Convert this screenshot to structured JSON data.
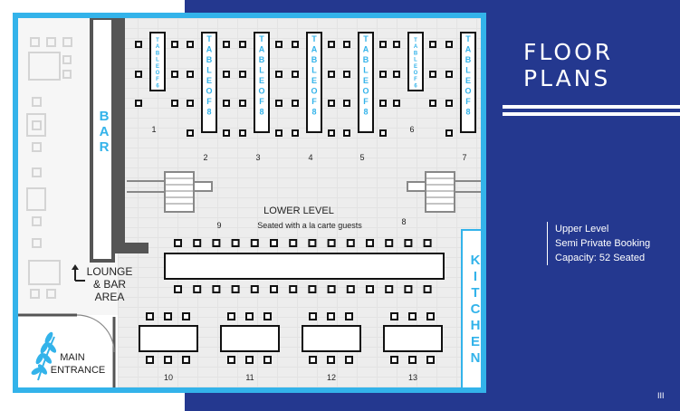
{
  "header": {
    "title": "FLOOR PLANS"
  },
  "info": {
    "lines": [
      "Upper Level",
      "Semi Private Booking",
      "Capacity: 52 Seated"
    ]
  },
  "page_number": "III",
  "plan": {
    "bar_label": "BAR",
    "kitchen_label": "KITCHEN",
    "lower_level": {
      "title": "LOWER LEVEL",
      "subtitle": "Seated with a la carte guests"
    },
    "lounge": {
      "line1": "LOUNGE",
      "line2": "& BAR",
      "line3": "AREA"
    },
    "entrance": {
      "line1": "MAIN",
      "line2": "ENTRANCE"
    },
    "upper_tables": [
      {
        "number": "1",
        "label": "TABLE OF 6"
      },
      {
        "number": "2",
        "label": "TABLE OF 8"
      },
      {
        "number": "3",
        "label": "TABLE OF 8"
      },
      {
        "number": "4",
        "label": "TABLE OF 8"
      },
      {
        "number": "5",
        "label": "TABLE OF 8"
      },
      {
        "number": "6",
        "label": "TABLE OF 6"
      },
      {
        "number": "7",
        "label": "TABLE OF 8"
      }
    ],
    "lower_numbers": {
      "left": "9",
      "right": "8"
    },
    "bottom_tables": [
      "10",
      "11",
      "12",
      "13"
    ]
  }
}
